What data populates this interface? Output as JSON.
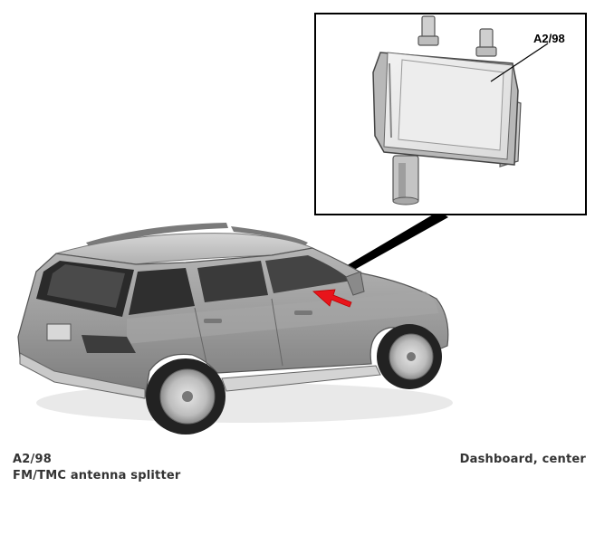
{
  "diagram": {
    "callout_label": "A2/98"
  },
  "caption": {
    "component_code": "A2/98",
    "component_name": "FM/TMC antenna splitter",
    "location": "Dashboard, center"
  },
  "colors": {
    "highlight_arrow": "#e8141b",
    "body_paint": "#9a9a9a",
    "frame": "#000000"
  }
}
